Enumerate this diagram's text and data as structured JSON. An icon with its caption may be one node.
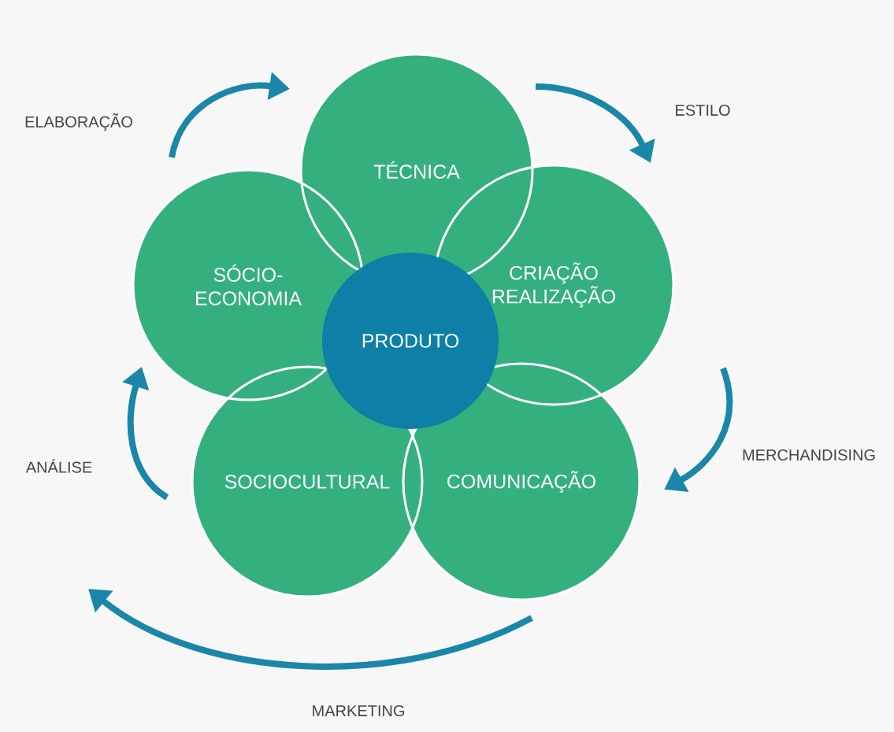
{
  "diagram": {
    "nodes": [
      {
        "text": [
          "TÉCNICA"
        ]
      },
      {
        "text": [
          "SÓCIO- ECONOMIA"
        ]
      },
      {
        "text": [
          "CRIAÇÃO REALIZAÇÃO"
        ]
      },
      {
        "text": [
          "PRODUTO"
        ]
      },
      {
        "text": [
          "SOCIOCULTURAL"
        ]
      },
      {
        "text": [
          "COMUNICAÇÃO"
        ]
      }
    ],
    "labels": [
      "ELABORAÇÃO",
      "ESTILO",
      "MERCHANDISING",
      "ANÁLISE",
      "MARKETING"
    ]
  }
}
